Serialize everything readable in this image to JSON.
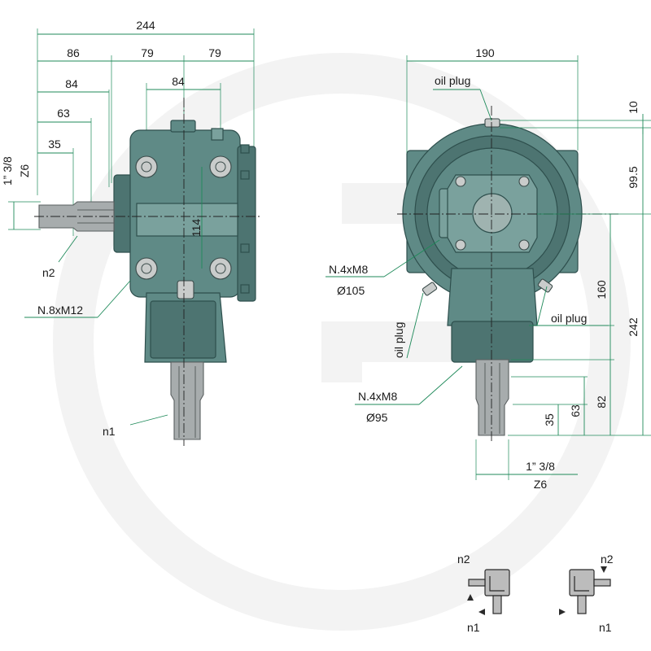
{
  "side_view": {
    "dims": {
      "overall": "244",
      "seg_left": "86",
      "seg_mid": "79",
      "seg_right": "79",
      "inner_84_a": "84",
      "inner_84_b": "84",
      "d63": "63",
      "d35": "35",
      "d114": "114",
      "shaft_size": "1” 3/8",
      "shaft_z": "Z6"
    },
    "labels": {
      "n2": "n2",
      "n1": "n1",
      "bolts": "N.8xM12"
    }
  },
  "front_view": {
    "dims": {
      "width": "190",
      "d10": "10",
      "d99_5": "99.5",
      "d160": "160",
      "d242": "242",
      "d82": "82",
      "d63": "63",
      "d35": "35",
      "shaft_size": "1” 3/8",
      "shaft_z": "Z6"
    },
    "labels": {
      "oil_plug_top": "oil plug",
      "oil_plug_left": "oil plug",
      "oil_plug_right": "oil plug",
      "flange_bolts": "N.4xM8",
      "flange_dia": "Ø105",
      "shaft_bolts": "N.4xM8",
      "shaft_dia": "Ø95"
    }
  },
  "rotation_icons": {
    "icon1": {
      "top": "n2",
      "bottom": "n1"
    },
    "icon2": {
      "top": "n2",
      "bottom": "n1"
    }
  },
  "colors": {
    "housing": "#5f8a86",
    "shaft": "#a7acad",
    "dimension_lines": "#1f8a5a",
    "watermark": "#f2f2f2"
  }
}
